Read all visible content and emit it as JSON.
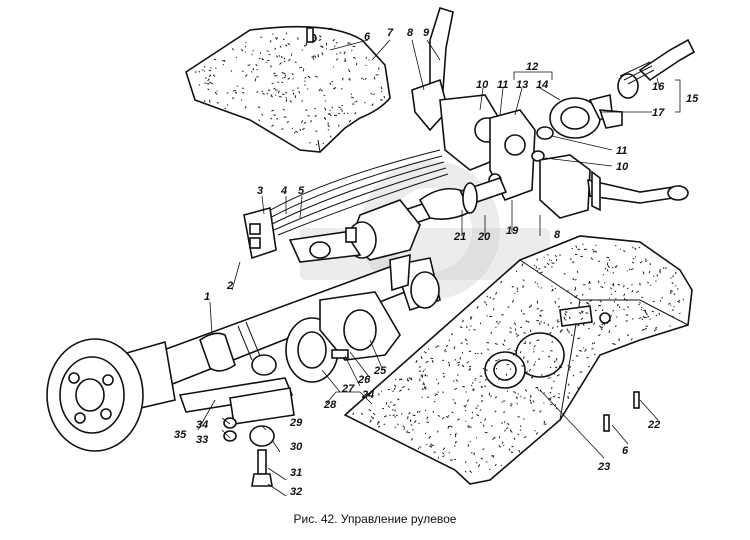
{
  "caption": "Рис. 42. Управление рулевое",
  "labels": [
    "1",
    "2",
    "3",
    "4",
    "5",
    "6",
    "7",
    "8",
    "9",
    "10",
    "11",
    "12",
    "13",
    "14",
    "15",
    "16",
    "17",
    "11",
    "10",
    "8",
    "19",
    "20",
    "21",
    "22",
    "6",
    "23",
    "24",
    "25",
    "26",
    "27",
    "28",
    "29",
    "30",
    "31",
    "32",
    "33",
    "34",
    "35"
  ],
  "colors": {
    "ink": "#111111",
    "paper": "#ffffff",
    "watermark": "#c8c8c8"
  }
}
